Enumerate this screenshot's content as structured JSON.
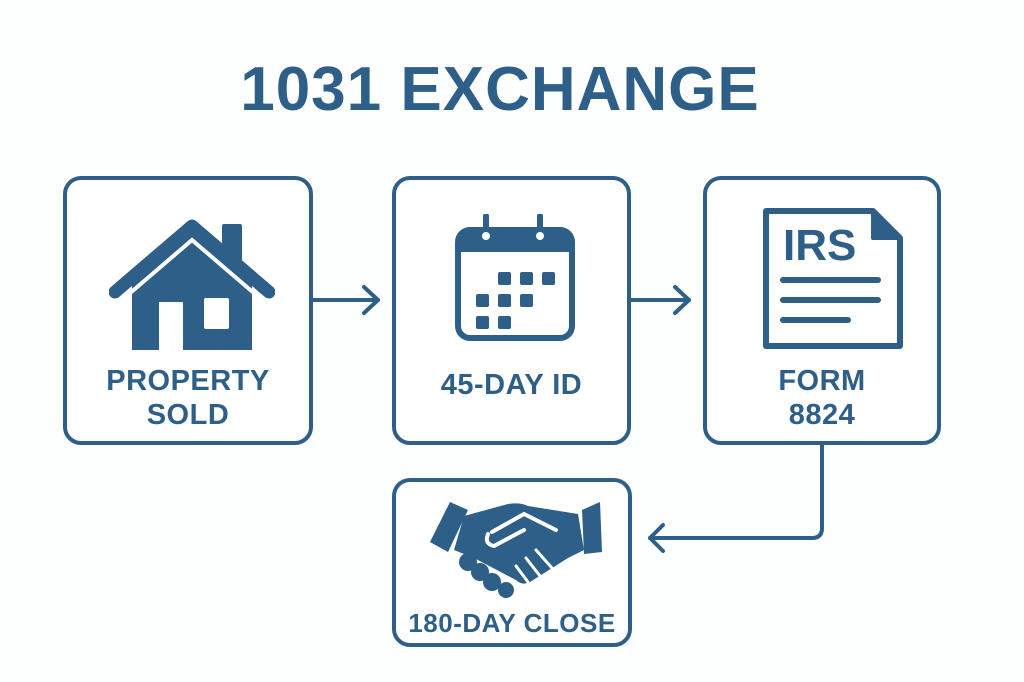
{
  "title": "1031 EXCHANGE",
  "colors": {
    "primary": "#2e5f88",
    "background": "#fdfefe"
  },
  "steps": [
    {
      "id": "property-sold",
      "icon": "house-icon",
      "label_line1": "PROPERTY",
      "label_line2": "SOLD"
    },
    {
      "id": "45-day-id",
      "icon": "calendar-icon",
      "label_line1": "45-DAY ID"
    },
    {
      "id": "form-8824",
      "icon": "irs-document-icon",
      "icon_text": "IRS",
      "label_line1": "FORM",
      "label_line2": "8824"
    },
    {
      "id": "180-day-close",
      "icon": "handshake-icon",
      "label_line1": "180-DAY CLOSE"
    }
  ],
  "connectors": [
    {
      "from": "property-sold",
      "to": "45-day-id",
      "direction": "right"
    },
    {
      "from": "45-day-id",
      "to": "form-8824",
      "direction": "right"
    },
    {
      "from": "form-8824",
      "to": "180-day-close",
      "direction": "down-left"
    }
  ]
}
